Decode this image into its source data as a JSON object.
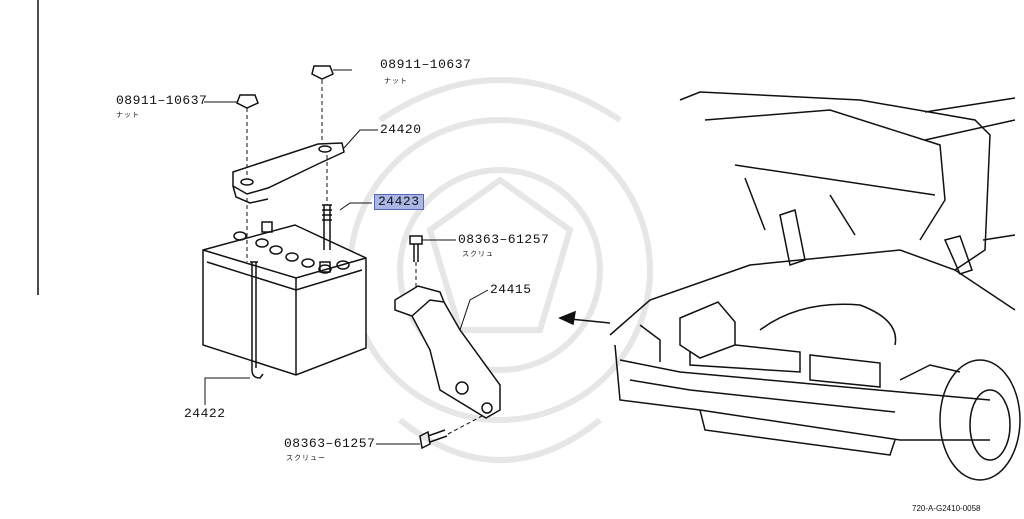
{
  "parts": [
    {
      "id": "nut-right",
      "number": "08911–10637",
      "name": "ナット"
    },
    {
      "id": "nut-left",
      "number": "08911–10637",
      "name": "ナット"
    },
    {
      "id": "clamp",
      "number": "24420"
    },
    {
      "id": "rod-selected",
      "number": "24423",
      "highlighted": true
    },
    {
      "id": "screw-upper",
      "number": "08363–61257",
      "name": "スクリュ"
    },
    {
      "id": "bracket",
      "number": "24415"
    },
    {
      "id": "hook-bolt",
      "number": "24422"
    },
    {
      "id": "screw-lower",
      "number": "08363–61257",
      "name": "スクリュー"
    }
  ],
  "diagram_code": "720-A-G2410-0058",
  "colors": {
    "line": "#111111",
    "highlight": "#aab6e6",
    "watermark": "#e4e4e4"
  }
}
